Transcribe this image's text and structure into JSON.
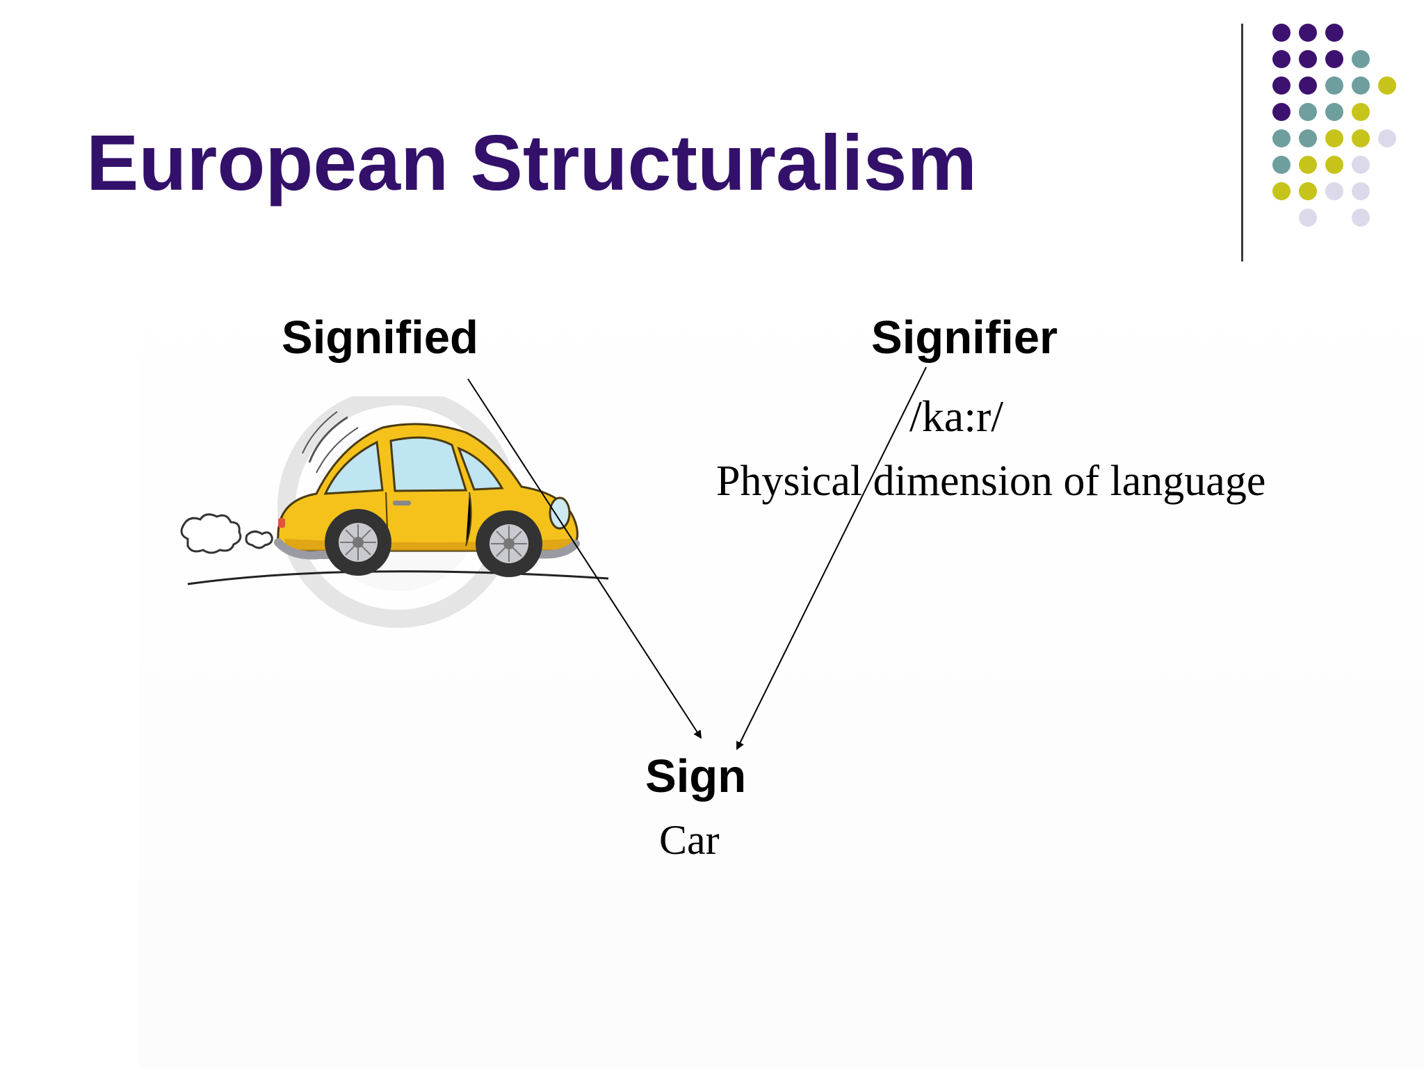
{
  "slide": {
    "title": "European Structuralism"
  },
  "diagram": {
    "signified": {
      "label": "Signified"
    },
    "signifier": {
      "label": "Signifier",
      "phonetic": "/ka:r/",
      "description": "Physical dimension of language"
    },
    "sign": {
      "label": "Sign",
      "example": "Car"
    }
  },
  "colors": {
    "title": "#33116a",
    "dot_purple": "#3d1170",
    "dot_teal": "#6e9e9e",
    "dot_yellow": "#c6c41a",
    "dot_lavender": "#dcdaea",
    "car_body": "#f4c21b"
  }
}
